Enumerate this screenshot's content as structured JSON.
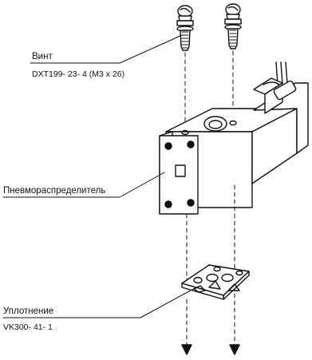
{
  "labels": {
    "screw": {
      "name": "Винт",
      "code": "DXT199- 23- 4 (M3 x 26)"
    },
    "valve": {
      "name": "Пневмораспределитель"
    },
    "gasket": {
      "name": "Уплотнение",
      "code": "VK300- 41- 1"
    }
  }
}
